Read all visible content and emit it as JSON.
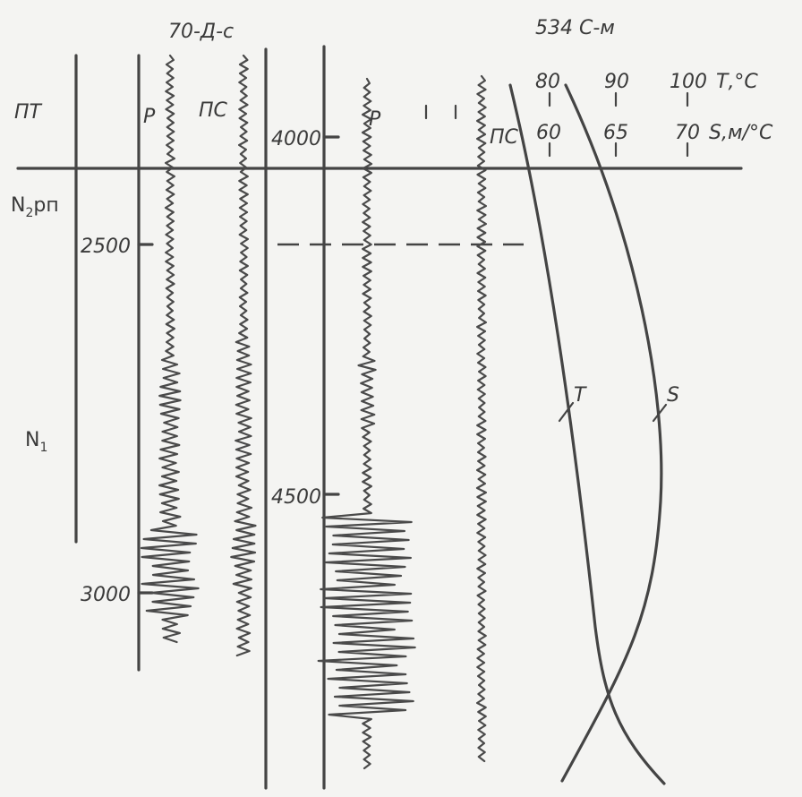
{
  "left_well": {
    "name": "70-Д-с",
    "resistivity_label": "Р",
    "sp_label": "ПС",
    "depth_ticks": [
      "2500",
      "3000"
    ]
  },
  "right_well": {
    "name": "534 С-м",
    "resistivity_label": "Р",
    "sp_label": "ПС",
    "depth_ticks": [
      "4000",
      "4500"
    ]
  },
  "strata": {
    "pt": "ПТ",
    "n2pn_main": "N",
    "n2pn_sub": "2",
    "n2pn_rest": "рп",
    "n1_main": "N",
    "n1_sub": "1"
  },
  "scales": {
    "temperature": [
      "80",
      "90",
      "100"
    ],
    "temperature_unit": "Т,°С",
    "gradient": [
      "60",
      "65",
      "70"
    ],
    "gradient_unit": "S,м/°С"
  },
  "curves": {
    "t_label": "Т",
    "s_label": "S"
  }
}
